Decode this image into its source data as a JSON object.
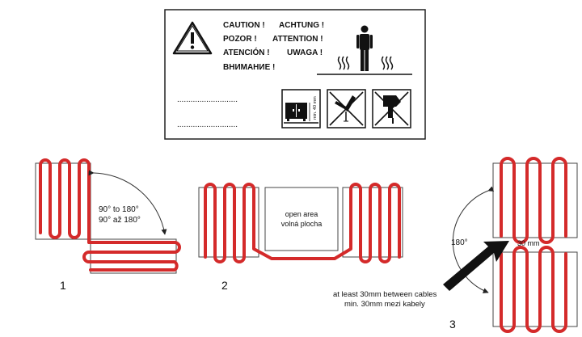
{
  "warning_label": {
    "lines": [
      [
        "CAUTION !",
        "ACHTUNG !"
      ],
      [
        "POZOR !",
        "ATTENTION !"
      ],
      [
        "ATENCIÓN !",
        "UWAGA !"
      ],
      [
        "ВНИМАНИЕ !"
      ]
    ],
    "dotted_line": "...........................",
    "box1_text": "min. 40 mm"
  },
  "figure1": {
    "number": "1",
    "angle_line1": "90°  to  180°",
    "angle_line2": "90°  až  180°"
  },
  "figure2": {
    "number": "2",
    "open_area_line1": "open  area",
    "open_area_line2": "volná  plocha"
  },
  "figure3": {
    "number": "3",
    "angle": "180°",
    "gap": "30 mm",
    "note_line1": "at  least  30mm  between  cables",
    "note_line2": "min.  30mm  mezi  kabely"
  },
  "colors": {
    "cable": "#d42a2a",
    "outline": "#222222"
  }
}
